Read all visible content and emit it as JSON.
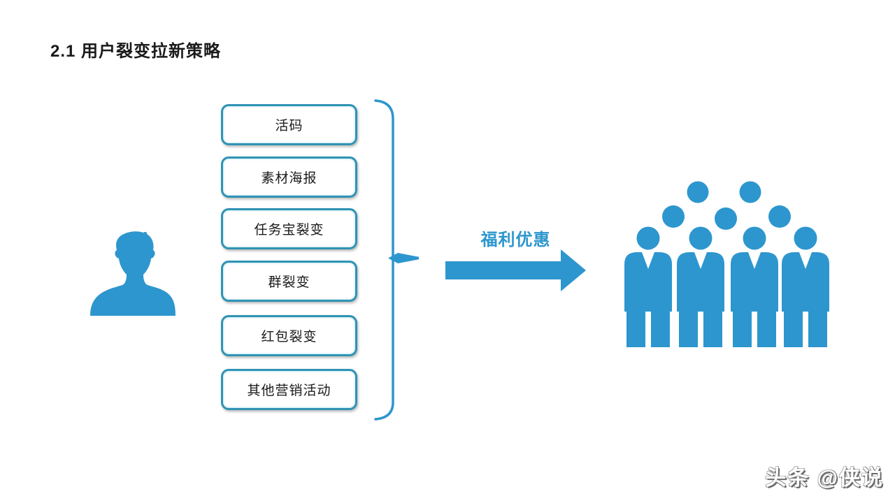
{
  "slide": {
    "title": "2.1 用户裂变拉新策略",
    "arrow_label": "福利优惠",
    "watermark": "头条 @侠说"
  },
  "diagram": {
    "source_icon": "single-user-silhouette",
    "target_icon": "user-group-silhouette",
    "methods": [
      "活码",
      "素材海报",
      "任务宝裂变",
      "群裂变",
      "红包裂变",
      "其他营销活动"
    ]
  },
  "colors": {
    "accent_blue": "#2d96ce",
    "box_border_teal": "#3093b4",
    "title_text": "#1a1a1a",
    "watermark_shadow_gray": "#6a6a6a"
  }
}
